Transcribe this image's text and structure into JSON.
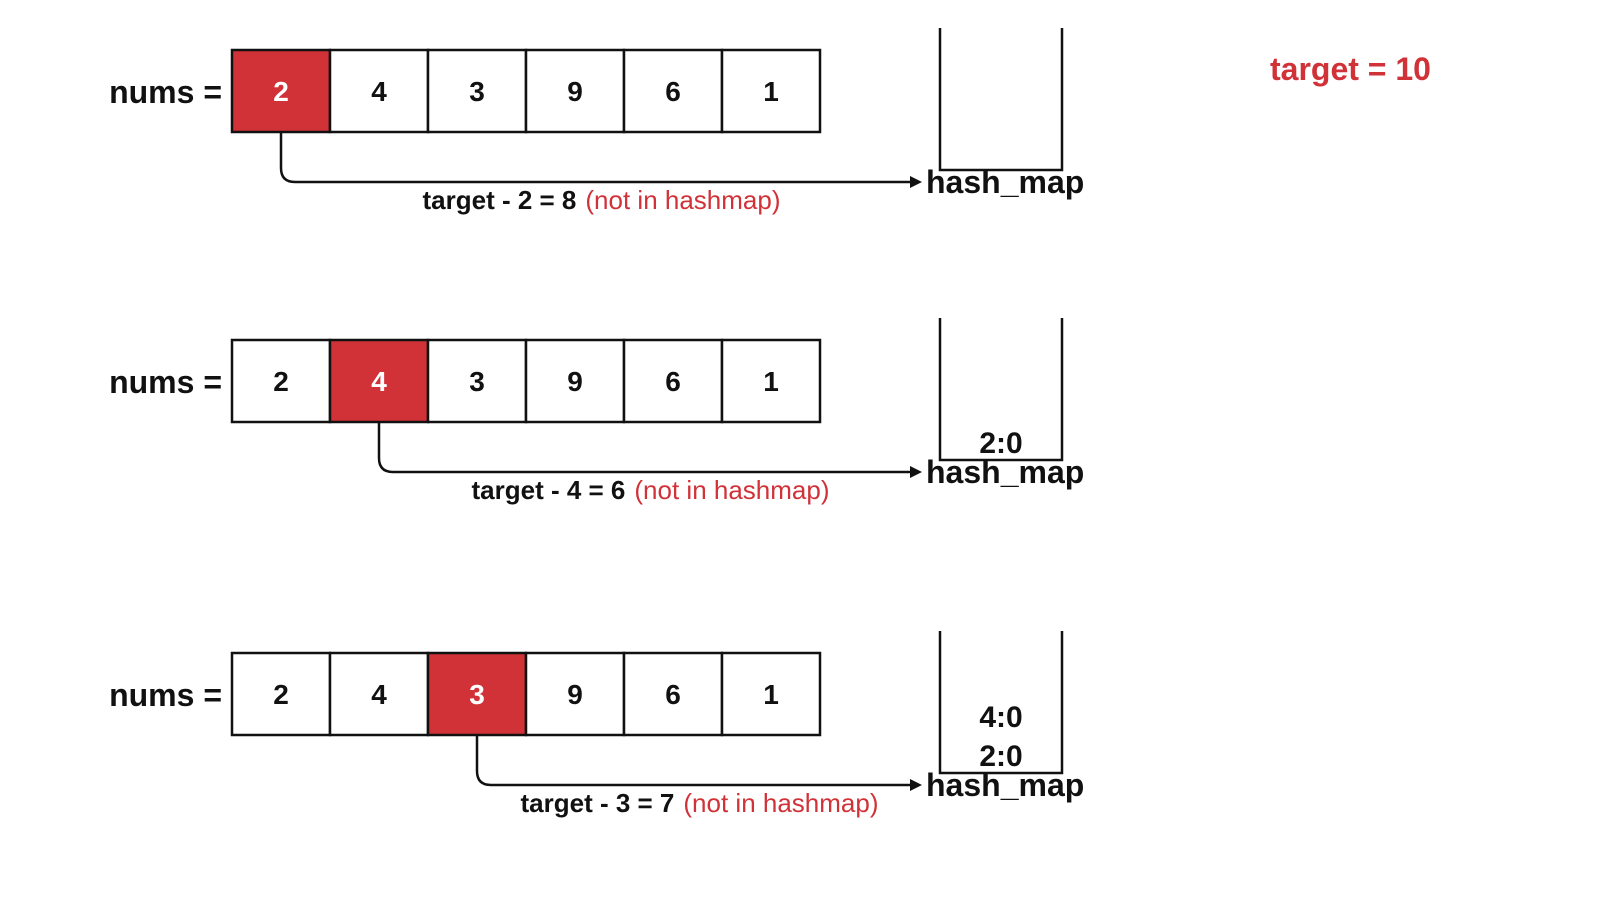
{
  "target_label": "target = 10",
  "colors": {
    "highlight": "#d13238",
    "stroke": "#111111",
    "note": "#d13238"
  },
  "rows": [
    {
      "label": "nums =",
      "values": [
        "2",
        "4",
        "3",
        "9",
        "6",
        "1"
      ],
      "highlight_index": 0,
      "calc": "target - 2 = 8",
      "note": "(not in hashmap)",
      "map_label": "hash_map",
      "map_entries": []
    },
    {
      "label": "nums =",
      "values": [
        "2",
        "4",
        "3",
        "9",
        "6",
        "1"
      ],
      "highlight_index": 1,
      "calc": "target - 4 = 6",
      "note": "(not in hashmap)",
      "map_label": "hash_map",
      "map_entries": [
        "2:0"
      ]
    },
    {
      "label": "nums =",
      "values": [
        "2",
        "4",
        "3",
        "9",
        "6",
        "1"
      ],
      "highlight_index": 2,
      "calc": "target - 3 = 7",
      "note": "(not in hashmap)",
      "map_label": "hash_map",
      "map_entries": [
        "4:0",
        "2:0"
      ]
    }
  ]
}
